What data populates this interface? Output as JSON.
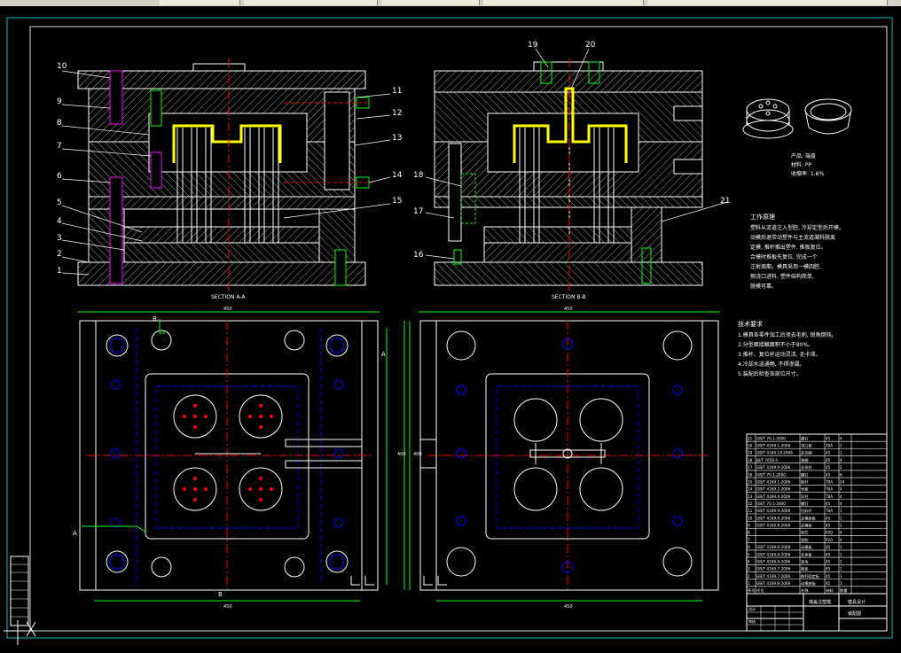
{
  "drawing": {
    "section_a_label": "SECTION A-A",
    "section_b_label": "SECTION B-B",
    "product_label_lines": [
      "产品: 端盖",
      "材料: PP",
      "收缩率: 1.6%"
    ],
    "work_process_title": "工作原理",
    "work_process_lines": [
      "塑料从流道注入型腔, 冷却定型后开模。",
      "动模后退带动塑件与主流道凝料脱离",
      "定模, 推杆推出塑件, 推板复位。",
      "合模时推板先复位, 完成一个",
      "注射周期。模具采用一模四腔,",
      "侧浇口进料, 塑件结构简单,",
      "脱模可靠。"
    ],
    "tech_title": "技术要求",
    "tech_lines": [
      "1.模具各零件加工后须去毛刺, 锐角倒钝。",
      "2.分型面接触面积不小于80%。",
      "3.推杆、复位杆运动灵活, 无卡滞。",
      "4.冷却水道通畅, 不得渗漏。",
      "5.装配后检查各部位尺寸。"
    ],
    "dims": {
      "plan_a_top": "450",
      "plan_a_side": "400",
      "plan_a_bottom": "450",
      "plan_b_top": "450",
      "plan_b_side": "400",
      "plan_b_bottom": "450"
    },
    "section_letters": {
      "b": "B",
      "a": "A"
    },
    "callouts_left": [
      "10",
      "9",
      "8",
      "7",
      "6",
      "5",
      "4",
      "3",
      "2",
      "1"
    ],
    "callouts_left_right": [
      "11",
      "12",
      "13",
      "14",
      "15"
    ],
    "callouts_right_top": [
      "19",
      "20"
    ],
    "callouts_right_side": [
      "18",
      "17",
      "16"
    ],
    "callouts_right_end": [
      "21"
    ],
    "title_block": {
      "project": "端盖注塑模",
      "drawing_name": "装配图",
      "company": "模具设计",
      "designer_label": "设计",
      "check_label": "审核"
    },
    "bom_rows": [
      [
        "21",
        "GB/T 70.1-2000",
        "螺钉",
        "45",
        "4"
      ],
      [
        "20",
        "GB/T 4169.1-2006",
        "浇口套",
        "T8A",
        "1"
      ],
      [
        "19",
        "GB/T 4169.18-2006",
        "定位圈",
        "45",
        "1"
      ],
      [
        "18",
        "JB/T 7650.5",
        "垫圈",
        "45",
        "4"
      ],
      [
        "17",
        "GB/T 4169.9-2006",
        "支承柱",
        "45",
        "2"
      ],
      [
        "16",
        "GB/T 70.1-2000",
        "螺钉",
        "45",
        "6"
      ],
      [
        "15",
        "GB/T 4169.1-2006",
        "推杆",
        "T8A",
        "24"
      ],
      [
        "14",
        "GB/T 4169.2-2006",
        "导套",
        "T8A",
        "4"
      ],
      [
        "13",
        "GB/T 4169.4-2006",
        "导柱",
        "T8A",
        "4"
      ],
      [
        "12",
        "GB/T 70.1-2000",
        "螺钉",
        "45",
        "4"
      ],
      [
        "11",
        "GB/T 4169.9-2006",
        "拉料杆",
        "T8A",
        "1"
      ],
      [
        "10",
        "GB/T 4169.8-2006",
        "定模座板",
        "45",
        "1"
      ],
      [
        "9",
        "GB/T 4169.8-2006",
        "定模板",
        "45",
        "1"
      ],
      [
        "8",
        "",
        "型芯",
        "P20",
        "4"
      ],
      [
        "7",
        "",
        "型腔",
        "P20",
        "4"
      ],
      [
        "6",
        "GB/T 4169.8-2006",
        "动模板",
        "45",
        "1"
      ],
      [
        "5",
        "GB/T 4169.8-2006",
        "支承板",
        "45",
        "1"
      ],
      [
        "4",
        "GB/T 4169.8-2006",
        "垫块",
        "45",
        "2"
      ],
      [
        "3",
        "GB/T 4169.7-2006",
        "推板",
        "45",
        "1"
      ],
      [
        "2",
        "GB/T 4169.7-2006",
        "推杆固定板",
        "45",
        "1"
      ],
      [
        "1",
        "GB/T 4169.8-2006",
        "动模座板",
        "45",
        "1"
      ]
    ],
    "bom_header": [
      "序号",
      "代号",
      "名称",
      "材料",
      "数量"
    ]
  }
}
